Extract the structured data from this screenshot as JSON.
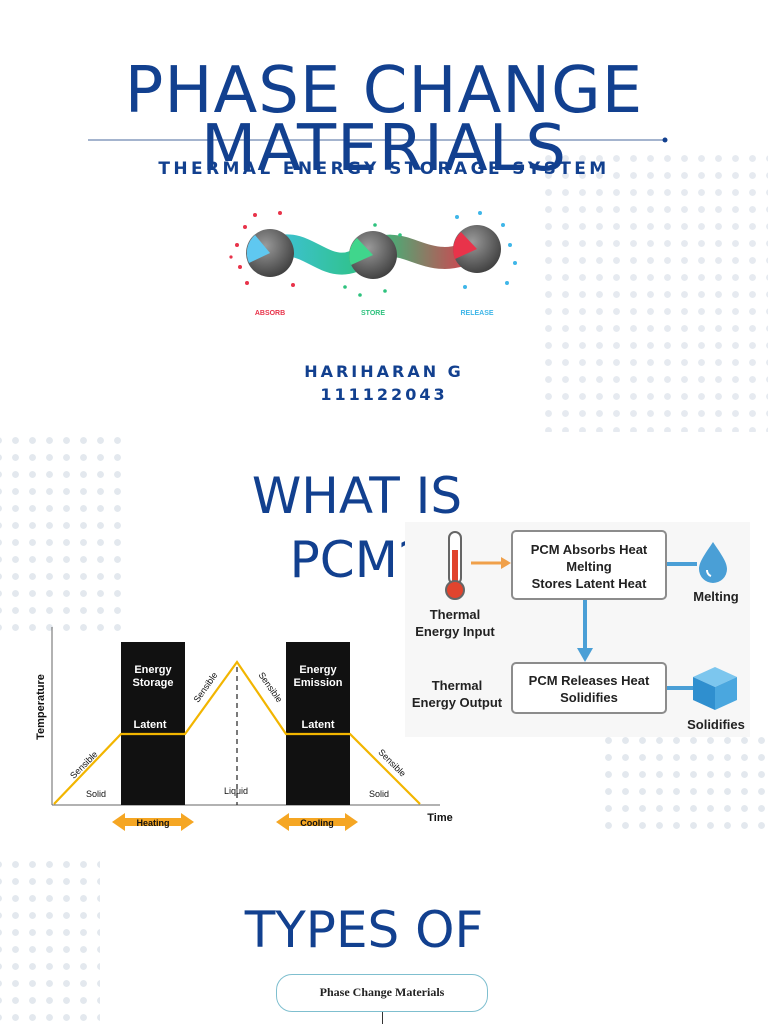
{
  "slide1": {
    "title_line1": "PHASE CHANGE",
    "title_line2": "MATERIALS",
    "subtitle": "THERMAL ENERGY STORAGE SYSTEM",
    "steps": [
      "ABSORB",
      "STORE",
      "RELEASE"
    ],
    "author_name": "HARIHARAN G",
    "author_id": "111122043"
  },
  "slide2": {
    "title_line1": "WHAT IS",
    "title_line2": "PCM?",
    "flow": {
      "input_label_1": "Thermal",
      "input_label_2": "Energy Input",
      "absorb_box_1": "PCM Absorbs Heat",
      "absorb_box_2": "Melting",
      "absorb_box_3": "Stores Latent Heat",
      "melting_label": "Melting",
      "output_label_1": "Thermal",
      "output_label_2": "Energy Output",
      "release_box_1": "PCM Releases Heat",
      "release_box_2": "Solidifies",
      "solidifies_label": "Solidifies"
    },
    "chart": {
      "ylabel": "Temperature",
      "xlabel": "Time",
      "block1_1": "Energy",
      "block1_2": "Storage",
      "block2_1": "Energy",
      "block2_2": "Emission",
      "latent": "Latent",
      "sensible": "Sensible",
      "solid": "Solid",
      "liquid": "Liquid",
      "heating": "Heating",
      "cooling": "Cooling"
    }
  },
  "slide3": {
    "title": "TYPES OF",
    "box": "Phase Change Materials"
  },
  "colors": {
    "title_blue": "#12408f",
    "accent_blue": "#4a9fd6",
    "orange": "#f5a623",
    "curve_yellow": "#f2b500"
  }
}
